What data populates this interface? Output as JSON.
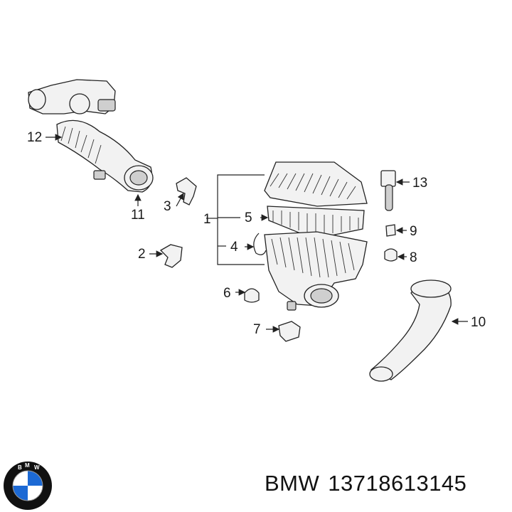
{
  "callouts": {
    "c1": "1",
    "c2": "2",
    "c3": "3",
    "c4": "4",
    "c5": "5",
    "c6": "6",
    "c7": "7",
    "c8": "8",
    "c9": "9",
    "c10": "10",
    "c11": "11",
    "c12": "12",
    "c13": "13"
  },
  "caption": {
    "brand": "BMW",
    "part_number": "13718613145"
  },
  "logo": {
    "lettering": "BMW",
    "color_blue": "#1c69d4",
    "color_ring": "#111111"
  }
}
